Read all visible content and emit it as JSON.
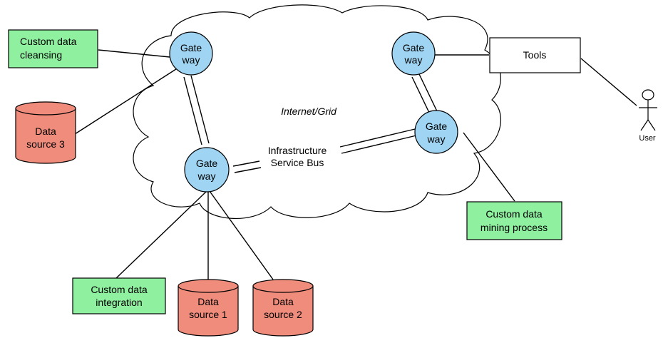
{
  "cloud": {
    "label": "Internet/Grid"
  },
  "bus": {
    "label_line1": "Infrastructure",
    "label_line2": "Service Bus"
  },
  "gateways": [
    {
      "id": "gw-top-left",
      "line1": "Gate",
      "line2": "way"
    },
    {
      "id": "gw-bottom-left",
      "line1": "Gate",
      "line2": "way"
    },
    {
      "id": "gw-top-right",
      "line1": "Gate",
      "line2": "way"
    },
    {
      "id": "gw-mid-right",
      "line1": "Gate",
      "line2": "way"
    }
  ],
  "process_boxes": [
    {
      "id": "custom-data-cleansing",
      "line1": "Custom data",
      "line2": "cleansing"
    },
    {
      "id": "custom-data-integration",
      "line1": "Custom data",
      "line2": "integration"
    },
    {
      "id": "custom-data-mining-process",
      "line1": "Custom data",
      "line2": "mining process"
    }
  ],
  "data_sources": [
    {
      "id": "data-source-3",
      "line1": "Data",
      "line2": "source 3"
    },
    {
      "id": "data-source-1",
      "line1": "Data",
      "line2": "source 1"
    },
    {
      "id": "data-source-2",
      "line1": "Data",
      "line2": "source 2"
    }
  ],
  "tools": {
    "label": "Tools"
  },
  "user": {
    "label": "User"
  },
  "colors": {
    "gateway_fill": "#9fd4f2",
    "process_fill": "#8ff0a0",
    "datasource_fill": "#ef8c7c",
    "stroke": "#000000",
    "cloud_fill": "#ffffff"
  }
}
